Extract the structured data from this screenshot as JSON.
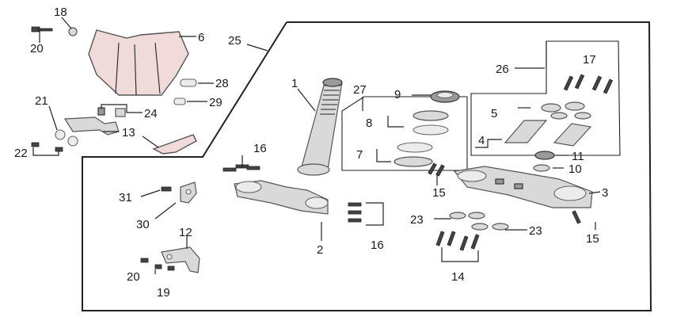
{
  "labels": {
    "n1": "1",
    "n2": "2",
    "n3": "3",
    "n4": "4",
    "n5": "5",
    "n6": "6",
    "n7": "7",
    "n8": "8",
    "n9": "9",
    "n10": "10",
    "n11": "11",
    "n12": "12",
    "n13": "13",
    "n14": "14",
    "n15a": "15",
    "n15b": "15",
    "n16a": "16",
    "n16b": "16",
    "n17": "17",
    "n18": "18",
    "n19": "19",
    "n20a": "20",
    "n20b": "20",
    "n21": "21",
    "n22": "22",
    "n23a": "23",
    "n23b": "23",
    "n24": "24",
    "n25": "25",
    "n26": "26",
    "n27": "27",
    "n28": "28",
    "n29": "29",
    "n30": "30",
    "n31": "31"
  },
  "colors": {
    "line": "#222222",
    "part_fill": "#d9d9d9",
    "screen_tint": "#f1dada"
  }
}
